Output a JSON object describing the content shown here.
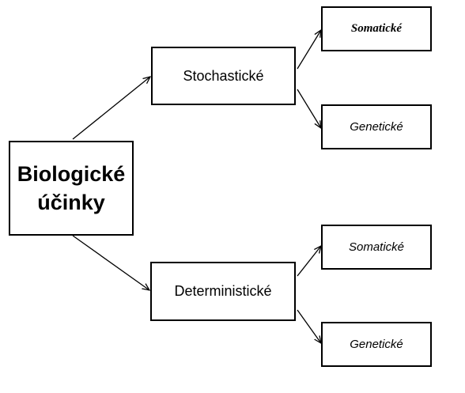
{
  "root": {
    "line1": "Biologické",
    "line2": "účinky"
  },
  "branches": [
    {
      "label": "Stochastické",
      "children": [
        "Somatické",
        "Genetické"
      ]
    },
    {
      "label": "Deterministické",
      "children": [
        "Somatické",
        "Genetické"
      ]
    }
  ]
}
